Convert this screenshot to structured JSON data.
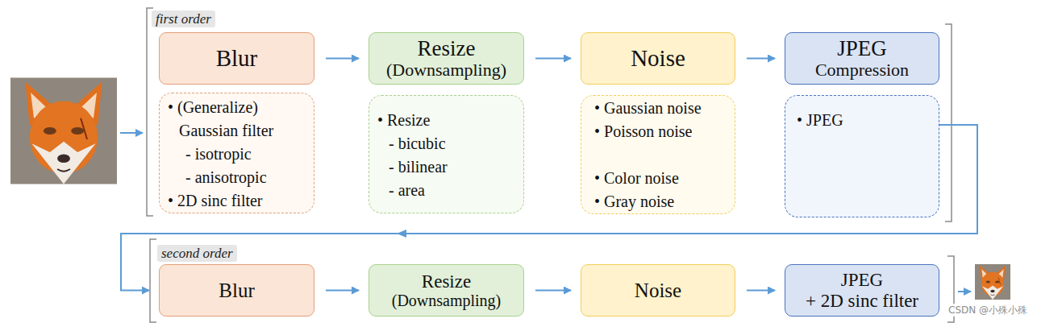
{
  "diagram": {
    "nodes": [
      {
        "text": [
          "Blur"
        ]
      },
      {
        "text": [
          "• (Generalize) Gaussian filter",
          "- isotropic",
          "- anisotropic",
          "• 2D sinc filter"
        ]
      },
      {
        "text": [
          "Resize",
          "(Downsampling)"
        ]
      },
      {
        "text": [
          "• Resize",
          "- bicubic",
          "- bilinear",
          "- area"
        ]
      },
      {
        "text": [
          "Noise"
        ]
      },
      {
        "text": [
          "• Gaussian noise",
          "• Poisson noise",
          "• Color noise",
          "• Gray noise"
        ]
      },
      {
        "text": [
          "JPEG",
          "Compression"
        ]
      },
      {
        "text": [
          "• JPEG"
        ]
      },
      {
        "text": [
          "Blur"
        ]
      },
      {
        "text": [
          "Resize",
          "(Downsampling)"
        ]
      },
      {
        "text": [
          "Noise"
        ]
      },
      {
        "text": [
          "JPEG",
          "+ 2D sinc filter"
        ]
      }
    ],
    "edges": [
      {
        "from": 0,
        "to": 2,
        "arrow": "to"
      },
      {
        "from": 2,
        "to": 4,
        "arrow": "to"
      },
      {
        "from": 4,
        "to": 6,
        "arrow": "to"
      },
      {
        "from": 7,
        "to": 8,
        "arrow": "to"
      },
      {
        "from": 8,
        "to": 9,
        "arrow": "to"
      },
      {
        "from": 9,
        "to": 10,
        "arrow": "to"
      },
      {
        "from": 10,
        "to": 11,
        "arrow": "to"
      }
    ],
    "labels": [
      "first order",
      "second order",
      "CSDN @小殊小殊"
    ]
  }
}
